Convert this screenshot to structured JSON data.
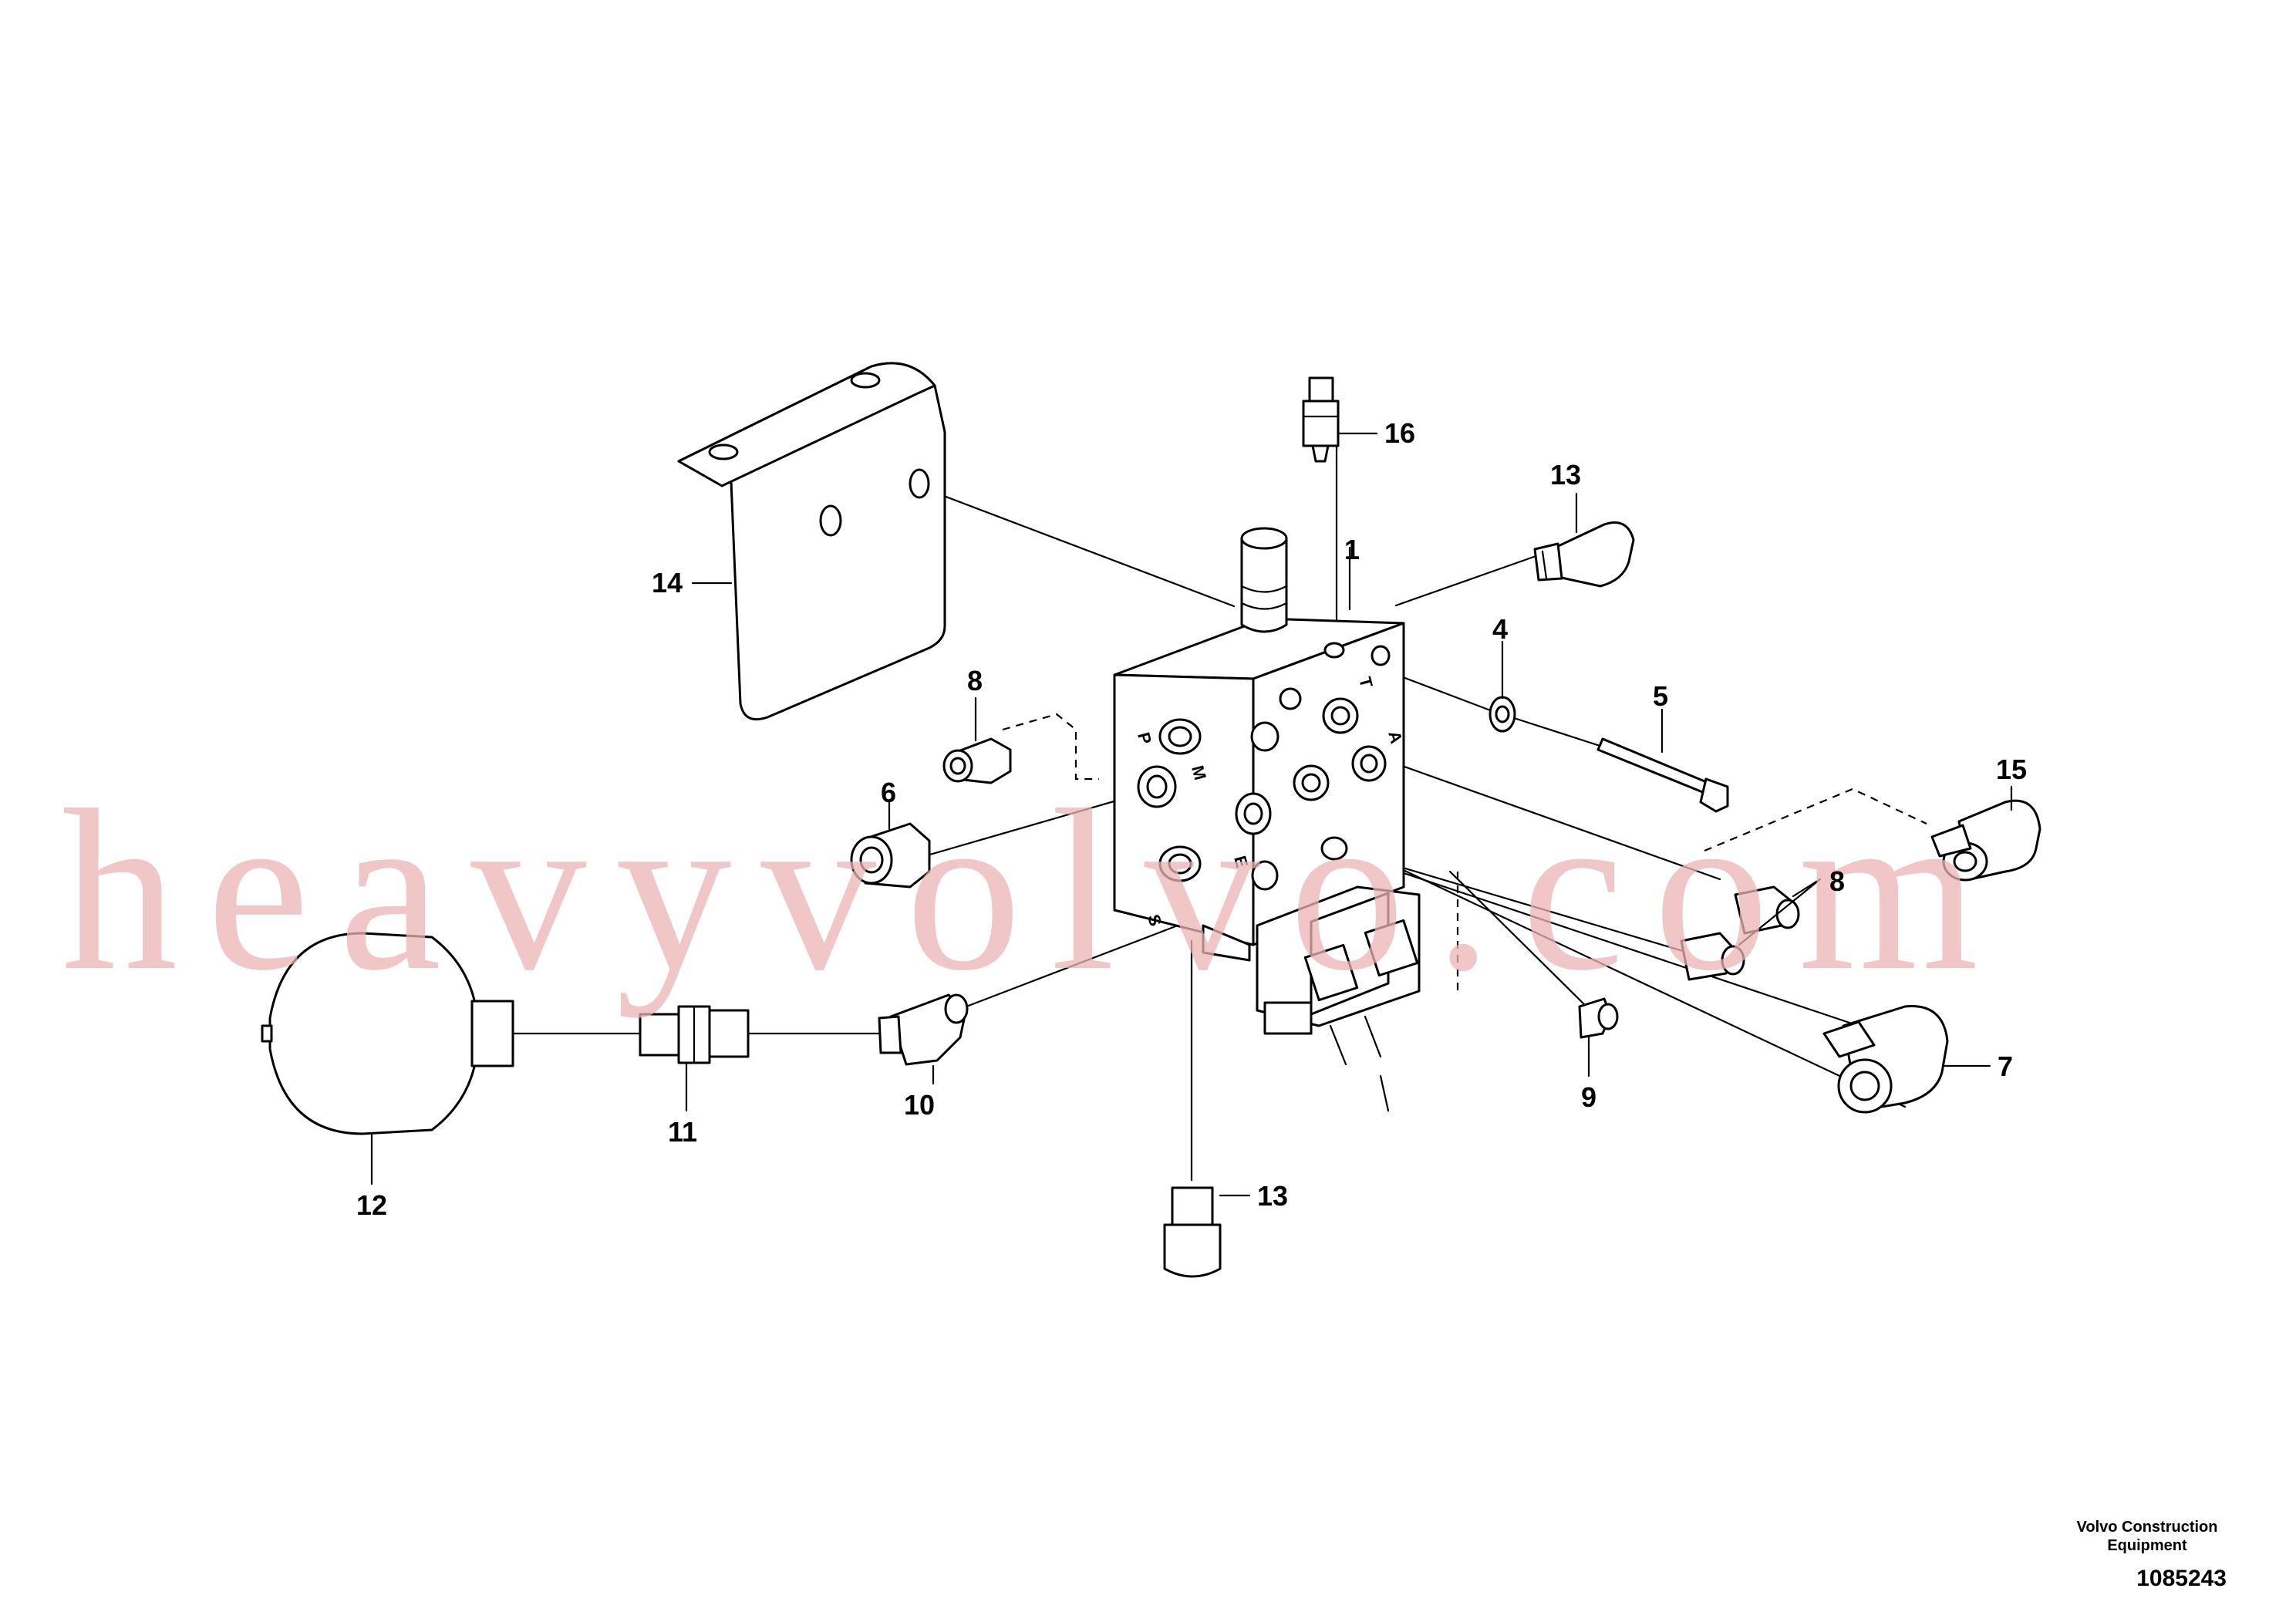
{
  "watermark": "heavyvolvo.com",
  "callouts": {
    "c1": "1",
    "c4": "4",
    "c5": "5",
    "c6": "6",
    "c7": "7",
    "c8a": "8",
    "c8b": "8",
    "c9": "9",
    "c10": "10",
    "c11": "11",
    "c12": "12",
    "c13a": "13",
    "c13b": "13",
    "c14": "14",
    "c15": "15",
    "c16": "16"
  },
  "port_marks": {
    "p": "P",
    "m": "M",
    "t": "T",
    "a": "A",
    "e": "E",
    "s": "S"
  },
  "footer": {
    "manufacturer": "Volvo Construction Equipment",
    "document_number": "1085243"
  }
}
